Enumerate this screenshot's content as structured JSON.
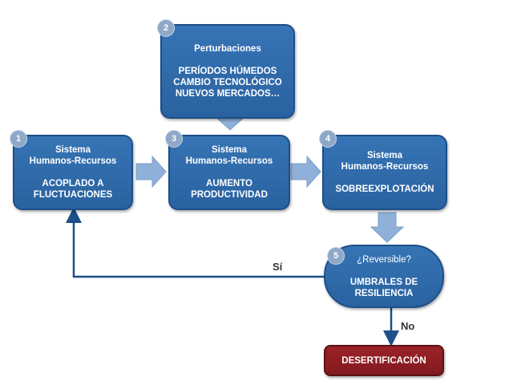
{
  "nodes": {
    "n1": {
      "badge": "1",
      "title": "Sistema",
      "subtitle": "Humanos-Recursos",
      "body1": "ACOPLADO A",
      "body2": "FLUCTUACIONES"
    },
    "n2": {
      "badge": "2",
      "title": "Perturbaciones",
      "body1": "PERÍODOS HÚMEDOS",
      "body2": "CAMBIO TECNOLÓGICO",
      "body3": "NUEVOS MERCADOS…"
    },
    "n3": {
      "badge": "3",
      "title": "Sistema",
      "subtitle": "Humanos-Recursos",
      "body1": "AUMENTO",
      "body2": "PRODUCTIVIDAD"
    },
    "n4": {
      "badge": "4",
      "title": "Sistema",
      "subtitle": "Humanos-Recursos",
      "body1": "SOBREEXPLOTACIÓN"
    },
    "n5": {
      "badge": "5",
      "title": "¿Reversible?",
      "body1": "UMBRALES DE",
      "body2": "RESILIENCIA"
    },
    "n6": {
      "body1": "DESERTIFICACIÓN"
    }
  },
  "edges": {
    "yes_label": "Sí",
    "no_label": "No"
  },
  "colors": {
    "node": "#2e69aa",
    "arrow": "#8fb0d8",
    "terminal": "#8b1c22",
    "line": "#1d4f88"
  }
}
